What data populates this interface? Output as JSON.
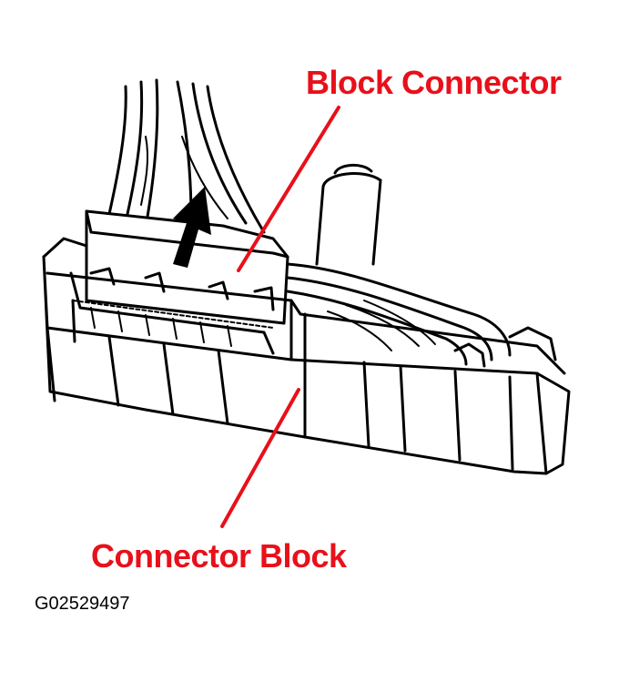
{
  "callouts": {
    "block_connector": "Block Connector",
    "connector_block": "Connector Block"
  },
  "figure_id": "G02529497",
  "colors": {
    "callout_text": "#e8101a",
    "leader_line": "#e8101a",
    "drawing_stroke": "#000000",
    "background": "#ffffff"
  },
  "icons": {
    "direction_arrow": "arrow-up-icon"
  }
}
